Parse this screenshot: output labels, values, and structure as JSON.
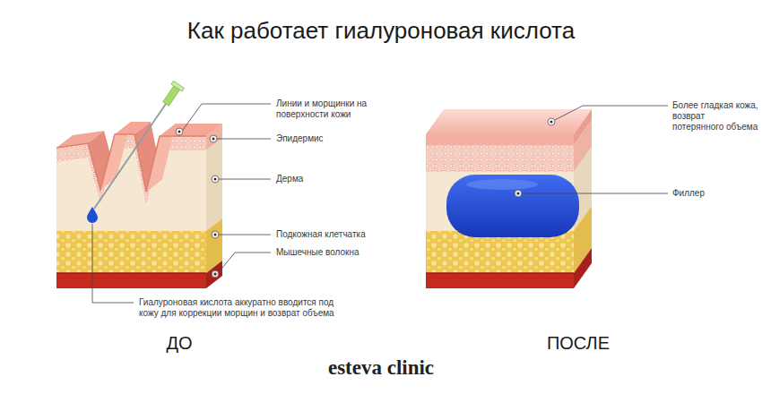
{
  "diagram": {
    "title": "Как работает гиалуроновая кислота",
    "labels": [
      "Линии и морщинки на поверхности кожи",
      "Эпидермис",
      "Дерма",
      "Подкожная клетчатка",
      "Мышечные волокна",
      "Гиалуроновая кислота аккуратно вводится под кожу для коррекции морщин и возврат объема",
      "Более гладкая кожа, возврат потерянного объема",
      "Филлер",
      "ДО",
      "ПОСЛЕ",
      "esteva clinic"
    ]
  }
}
